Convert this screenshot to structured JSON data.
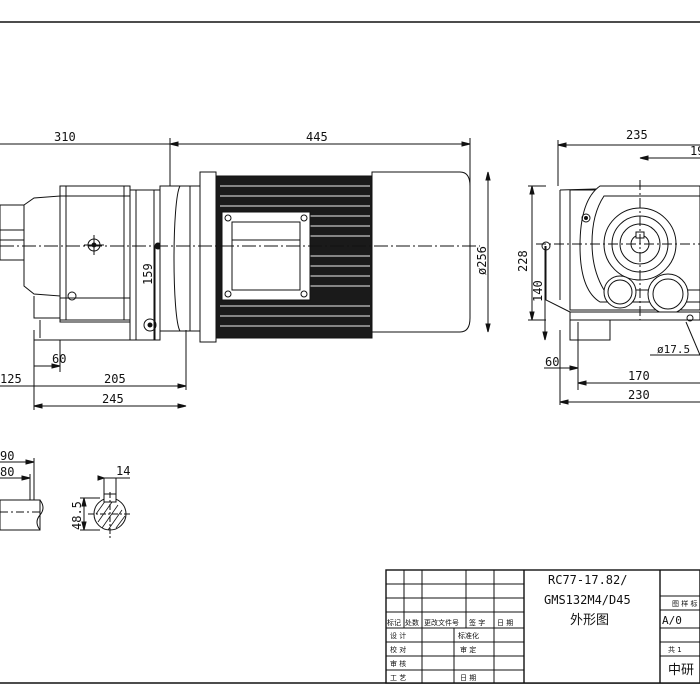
{
  "dimensions": {
    "front": {
      "overall_left": "310",
      "overall_right": "445",
      "shaft_height": "159",
      "motor_dia": "ø256",
      "foot_60": "60",
      "foot_125": "125",
      "foot_205": "205",
      "foot_245": "245"
    },
    "side": {
      "width_235": "235",
      "width_19": "19",
      "height_228": "228",
      "height_140": "140",
      "left_60": "60",
      "hole_dia": "ø17.5",
      "base_170": "170",
      "base_230": "230"
    },
    "shaft_detail": {
      "len_90": "90",
      "len_80": "80",
      "key_width": "14",
      "key_height": "48.5"
    }
  },
  "title_block": {
    "model_line1": "RC77-17.82/",
    "model_line2": "GMS132M4/D45",
    "drawing_name": "外形图",
    "header_cells": [
      "标记",
      "处数",
      "更改文件号",
      "签 字",
      "日 期"
    ],
    "left_labels": [
      "设  计",
      "校  对",
      "审  核",
      "工  艺"
    ],
    "mid_labels": [
      "标准化",
      "审  定",
      "日  期"
    ],
    "stage_label": "图 样 标",
    "revision": "A/0",
    "sheet": "共  1",
    "company": "中研"
  }
}
